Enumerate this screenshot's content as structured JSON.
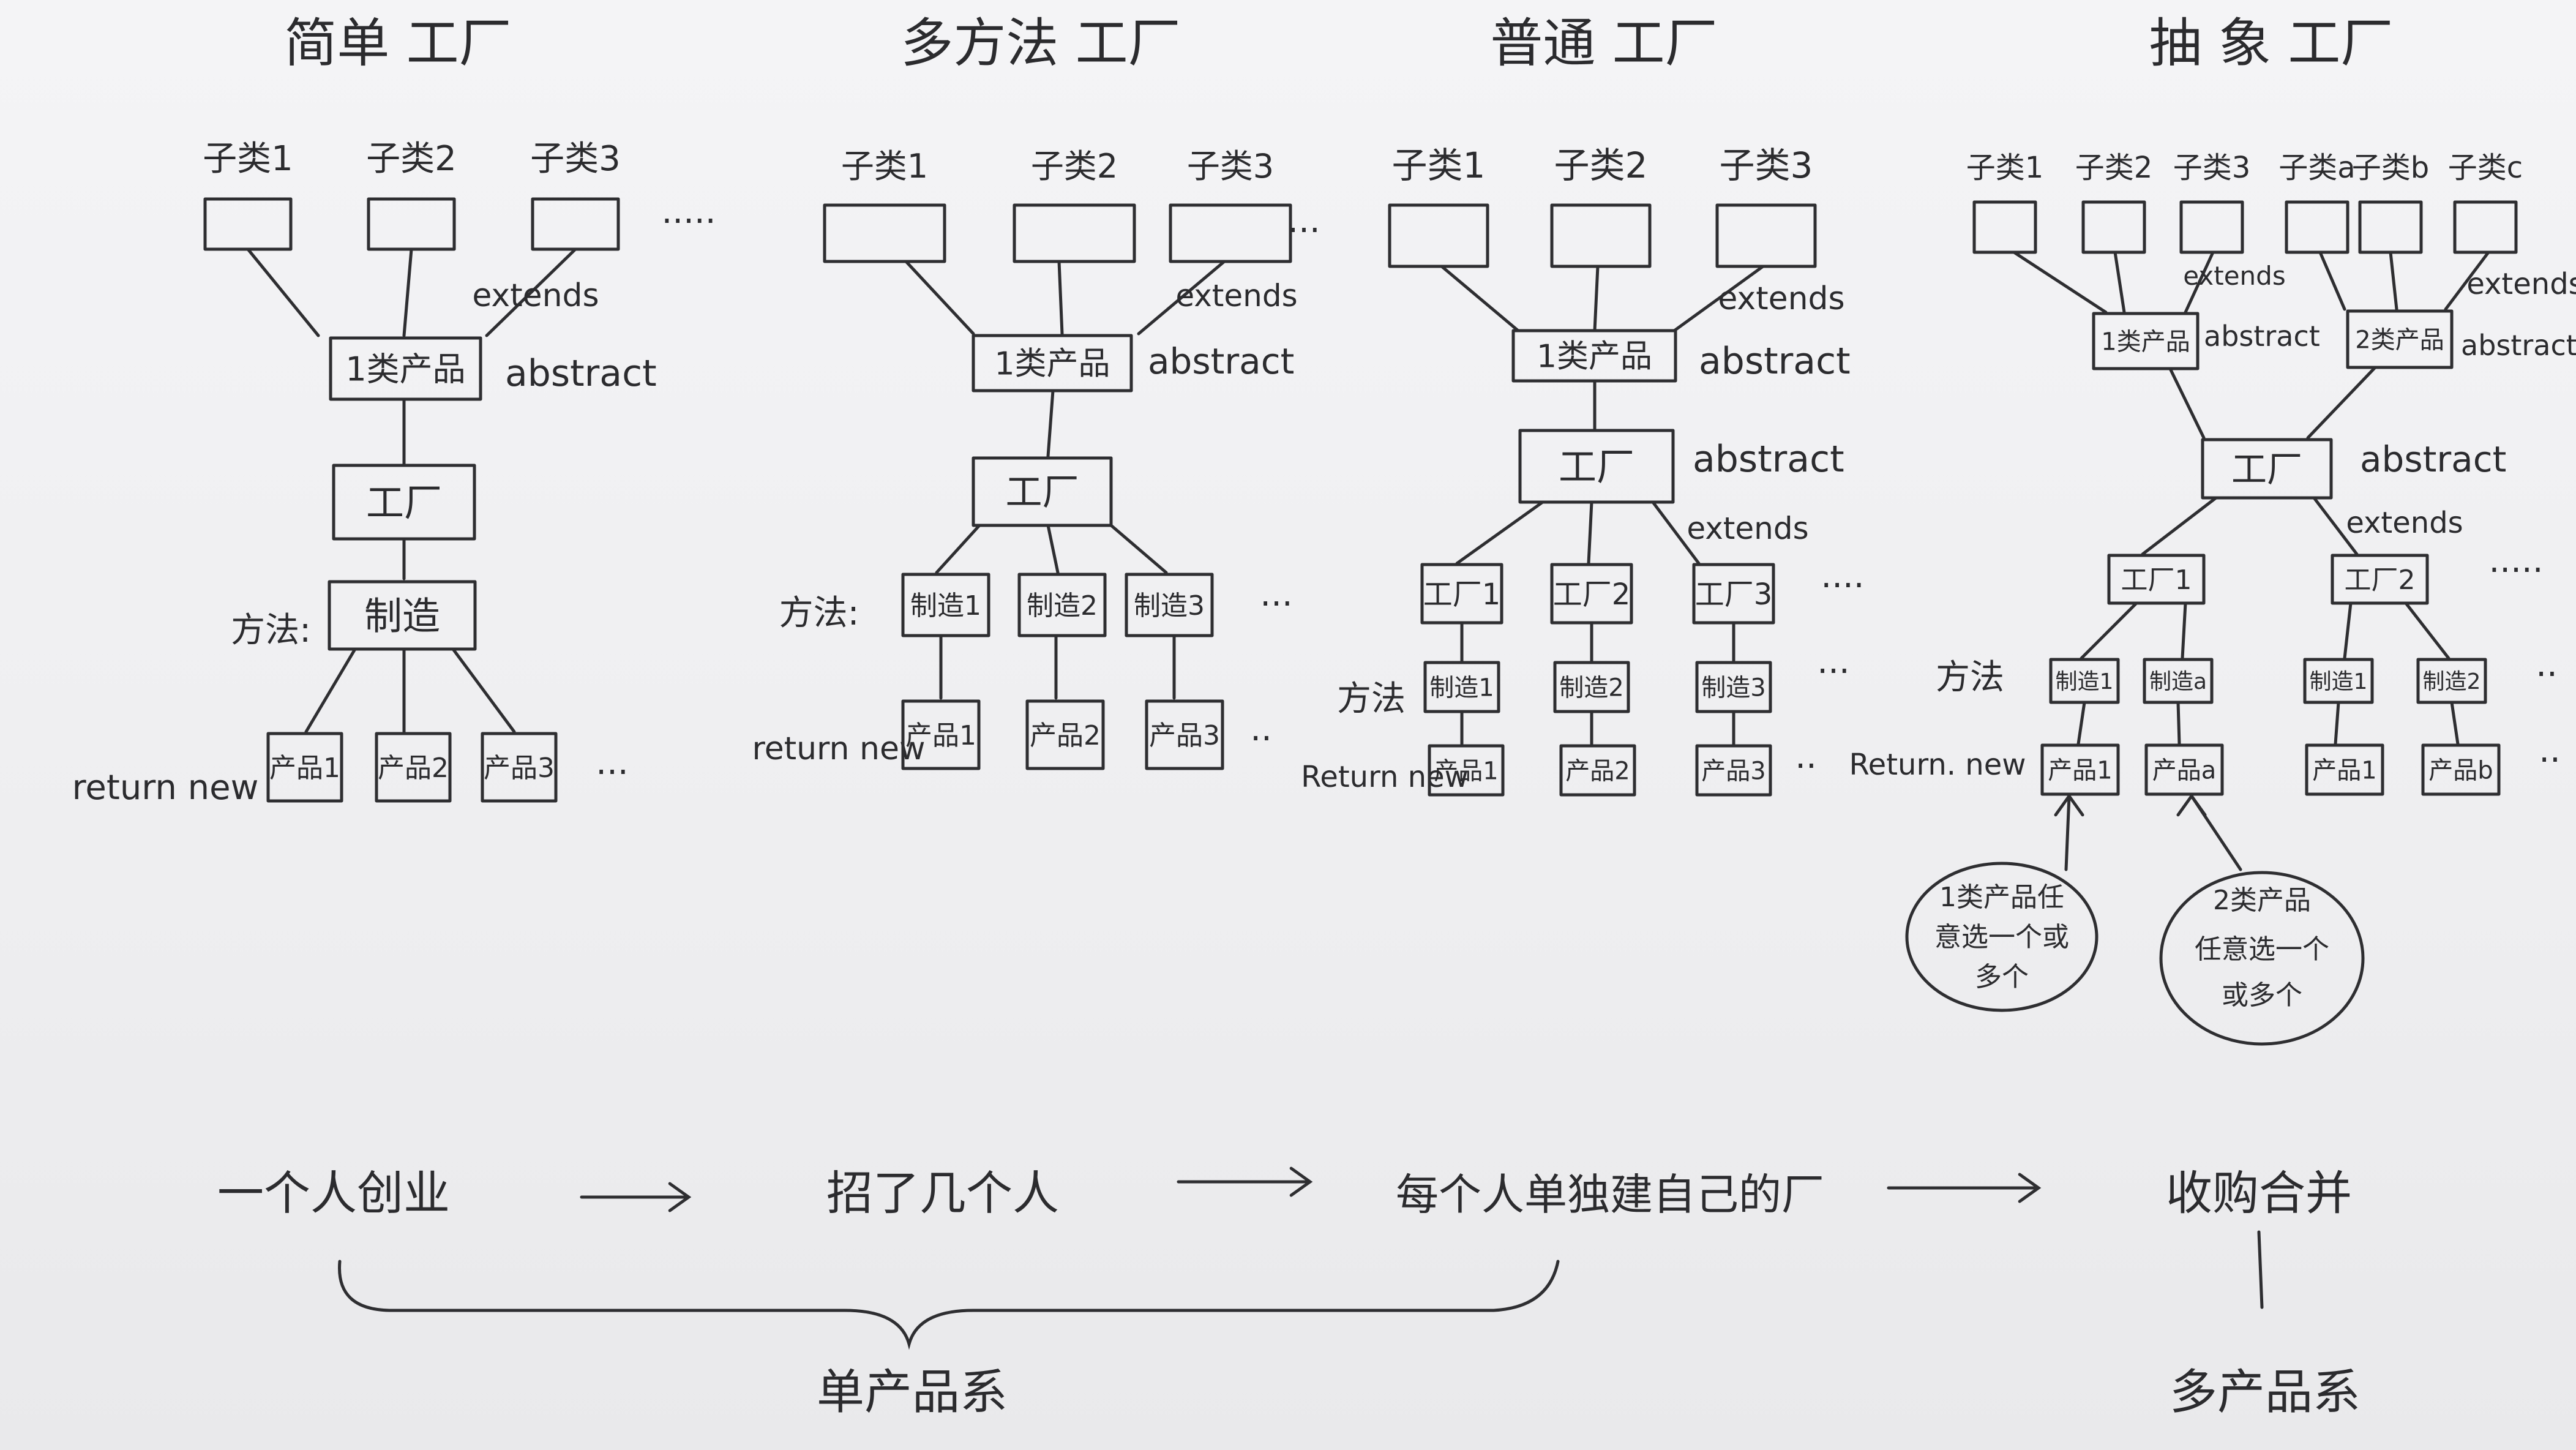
{
  "titles": [
    "简单 工厂",
    "多方法 工厂",
    "普通 工厂",
    "抽 象 工厂"
  ],
  "simple": {
    "subclasses": [
      "子类1",
      "子类2",
      "子类3"
    ],
    "ellipsis": "·····",
    "extends": "extends",
    "product_class": "1类产品",
    "abstract": "abstract",
    "factory": "工厂",
    "method_label": "方法:",
    "method": "制造",
    "return_new": "return new",
    "products": [
      "产品1",
      "产品2",
      "产品3"
    ],
    "products_ellipsis": "···"
  },
  "multi_method": {
    "subclasses": [
      "子类1",
      "子类2",
      "子类3"
    ],
    "ellipsis": "···",
    "extends": "extends",
    "product_class": "1类产品",
    "abstract": "abstract",
    "factory": "工厂",
    "method_label": "方法:",
    "methods": [
      "制造1",
      "制造2",
      "制造3"
    ],
    "methods_ellipsis": "···",
    "return_new": "return new",
    "products": [
      "产品1",
      "产品2",
      "产品3"
    ],
    "products_ellipsis": "··"
  },
  "normal": {
    "subclasses": [
      "子类1",
      "子类2",
      "子类3"
    ],
    "extends": "extends",
    "product_class": "1类产品",
    "abstract": "abstract",
    "factory": "工厂",
    "factory_abstract": "abstract",
    "factory_extends": "extends",
    "factories": [
      "工厂1",
      "工厂2",
      "工厂3"
    ],
    "factories_ellipsis": "····",
    "method_label": "方法",
    "methods": [
      "制造1",
      "制造2",
      "制造3"
    ],
    "methods_ellipsis": "···",
    "return_new": "Return new",
    "products": [
      "产品1",
      "产品2",
      "产品3"
    ],
    "products_ellipsis": "··"
  },
  "abstract_factory": {
    "subclasses": [
      "子类1",
      "子类2",
      "子类3",
      "子类a",
      "子类b",
      "子类c"
    ],
    "extends_1": "extends",
    "extends_2": "extends",
    "product_class_1": "1类产品",
    "product_class_2": "2类产品",
    "abstract_1": "abstract",
    "abstract_2": "abstract",
    "factory": "工厂",
    "factory_abstract": "abstract",
    "factory_extends": "extends",
    "factories": [
      "工厂1",
      "工厂2"
    ],
    "factories_ellipsis": "·····",
    "method_label": "方法",
    "methods": [
      "制造1",
      "制造a",
      "制造1",
      "制造2"
    ],
    "methods_ellipsis": "··",
    "return_new": "Return. new",
    "products": [
      "产品1",
      "产品a",
      "产品1",
      "产品b"
    ],
    "products_ellipsis": "··",
    "note_1": [
      "1类产品任",
      "意选一个或",
      "多个"
    ],
    "note_2": [
      "2类产品",
      "任意选一个",
      "或多个"
    ]
  },
  "timeline": {
    "stages": [
      "一个人创业",
      "招了几个人",
      "每个人单独建自己的厂",
      "收购合并"
    ],
    "arrow": "⟶",
    "single_product_family": "单产品系",
    "multi_product_family": "多产品系"
  }
}
